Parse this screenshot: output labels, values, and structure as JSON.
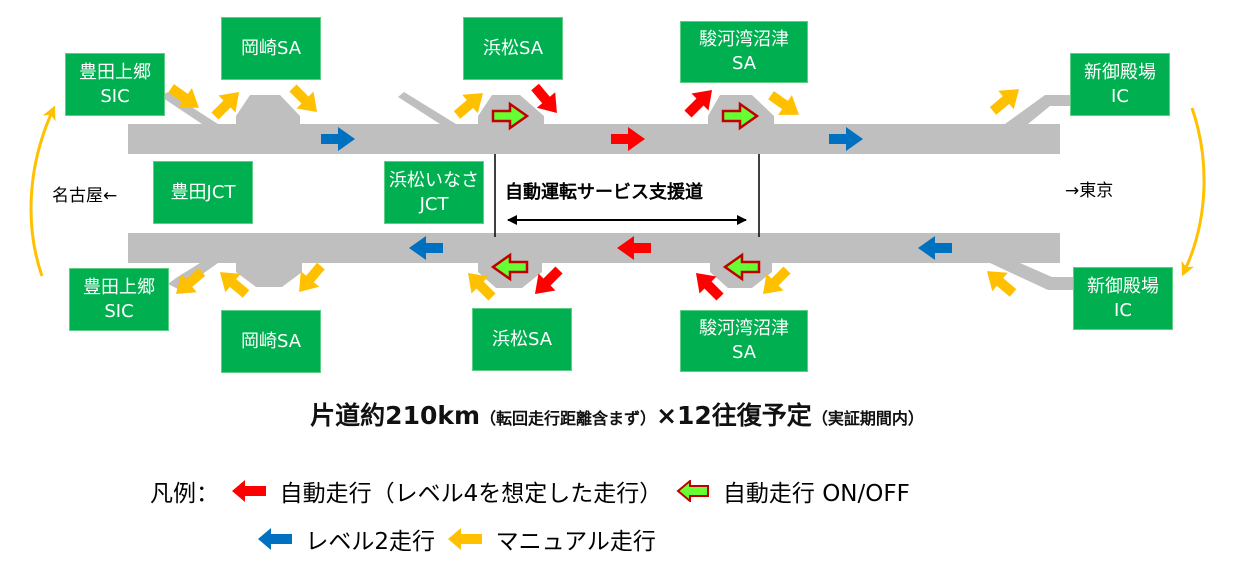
{
  "colors": {
    "road": "#bfbfbf",
    "box": "#00b050",
    "auto_level4": "#ff0000",
    "auto_onoff_fill": "#66ff33",
    "auto_onoff_border": "#c00000",
    "level2": "#0070c0",
    "manual": "#ffc000"
  },
  "upper_road": {
    "boxes": [
      {
        "id": "toyota-kamigo-sic",
        "label": "豊田上郷\nSIC"
      },
      {
        "id": "okazaki-sa",
        "label": "岡崎SA"
      },
      {
        "id": "hamamatsu-sa",
        "label": "浜松SA"
      },
      {
        "id": "surugawan-numazu-sa",
        "label": "駿河湾沼津\nSA"
      },
      {
        "id": "shin-gotemba-ic",
        "label": "新御殿場\nIC"
      }
    ]
  },
  "middle": {
    "toyota_jct": "豊田JCT",
    "hamamatsu_inasa_jct": "浜松いなさ\nJCT",
    "nagoya": "名古屋←",
    "tokyo": "→東京",
    "support_road_label": "自動運転サービス支援道"
  },
  "lower_road": {
    "boxes": [
      {
        "id": "toyota-kamigo-sic",
        "label": "豊田上郷\nSIC"
      },
      {
        "id": "okazaki-sa",
        "label": "岡崎SA"
      },
      {
        "id": "hamamatsu-sa",
        "label": "浜松SA"
      },
      {
        "id": "surugawan-numazu-sa",
        "label": "駿河湾沼津\nSA"
      },
      {
        "id": "shin-gotemba-ic",
        "label": "新御殿場\nIC"
      }
    ]
  },
  "summary": {
    "part1": "片道約210km",
    "part2": "（転回走行距離含まず）",
    "part3": "×12往復予定",
    "part4": "（実証期間内）"
  },
  "legend": {
    "title": "凡例：",
    "items": [
      {
        "type": "auto_level4",
        "label": "自動走行（レベル4を想定した走行）"
      },
      {
        "type": "auto_onoff",
        "label": "自動走行 ON/OFF"
      },
      {
        "type": "level2",
        "label": "レベル2走行"
      },
      {
        "type": "manual",
        "label": "マニュアル走行"
      }
    ]
  }
}
